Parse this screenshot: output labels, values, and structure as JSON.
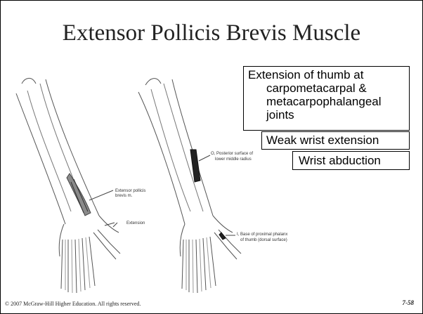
{
  "slide": {
    "title": "Extensor Pollicis Brevis Muscle",
    "actions": {
      "extension_line1": "Extension of thumb at",
      "extension_line2": "carpometacarpal &",
      "extension_line3": "metacarpophalangeal",
      "extension_line4": "joints",
      "weak_wrist": "Weak wrist extension",
      "abduction": "Wrist abduction"
    },
    "figure_left": {
      "muscle_label_line1": "Extensor pollicis",
      "muscle_label_line2": "brevis m.",
      "movement_label": "Extension"
    },
    "figure_right": {
      "origin_line1": "O, Posterior surface of",
      "origin_line2": "lower middle radius",
      "insertion_line1": "I, Base of proximal phalanx",
      "insertion_line2": "of thumb (dorsal surface)"
    },
    "footer": "© 2007 McGraw-Hill Higher Education. All rights reserved.",
    "slide_number": "7-58"
  }
}
